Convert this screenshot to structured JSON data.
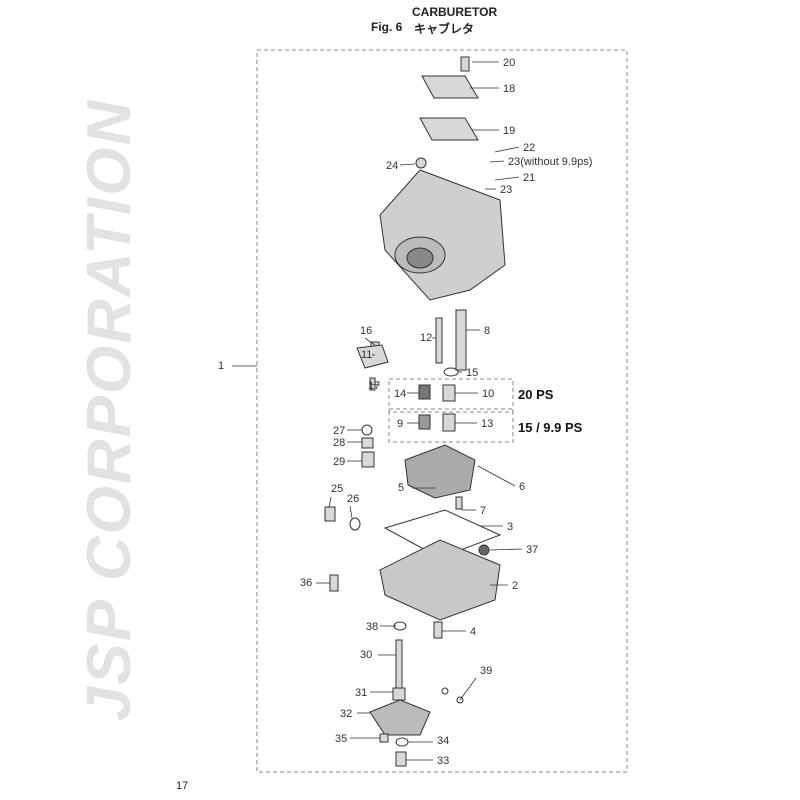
{
  "header": {
    "title": "CARBURETOR",
    "fig": "Fig. 6",
    "fig_jp": "キャブレタ"
  },
  "watermark": "JSP CORPORATION",
  "page_number": "17",
  "callouts": [
    "20",
    "18",
    "19",
    "22",
    "23(without 9.9ps)",
    "21",
    "23",
    "24",
    "16",
    "12",
    "8",
    "11",
    "15",
    "17",
    "14",
    "10",
    "27",
    "9",
    "13",
    "28",
    "29",
    "5",
    "6",
    "25",
    "26",
    "7",
    "3",
    "37",
    "36",
    "2",
    "38",
    "4",
    "30",
    "39",
    "31",
    "32",
    "35",
    "34",
    "33",
    "1"
  ],
  "variant_labels": [
    "20 PS",
    "15 / 9.9 PS"
  ]
}
